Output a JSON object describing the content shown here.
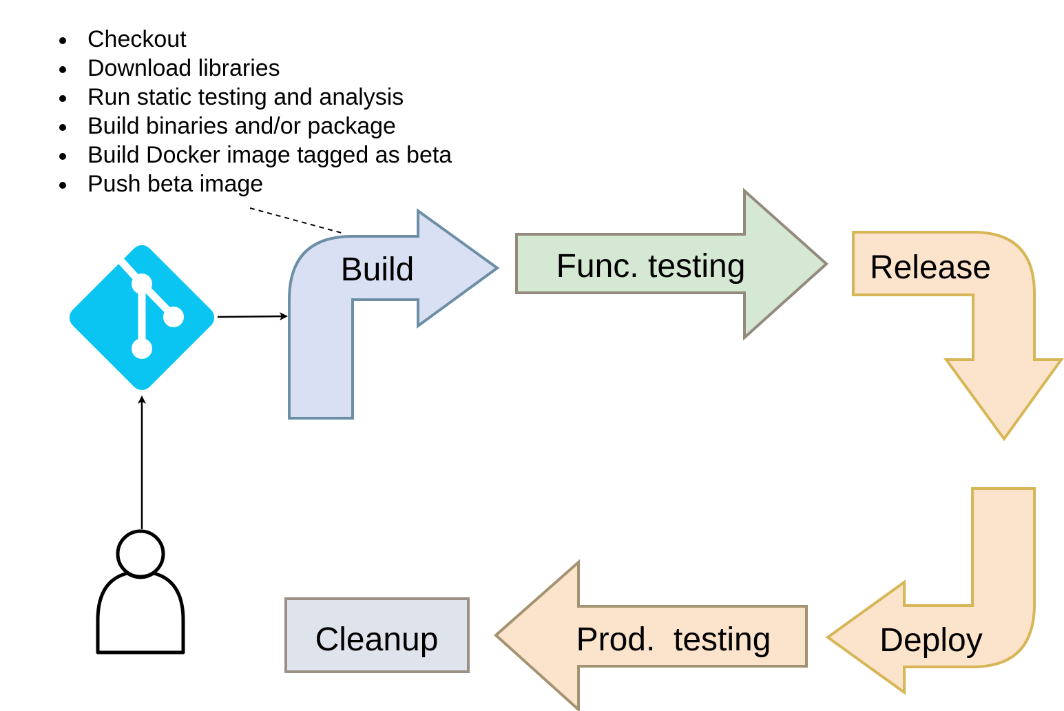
{
  "build_steps": [
    "Checkout",
    "Download libraries",
    "Run static testing and analysis",
    "Build binaries and/or package",
    "Build Docker image tagged as beta",
    "Push beta image"
  ],
  "stages": {
    "build": "Build",
    "func_testing": "Func. testing",
    "release": "Release",
    "deploy": "Deploy",
    "prod_testing": "Prod.  testing",
    "cleanup": "Cleanup"
  },
  "icons": {
    "repository": "git-logo-icon",
    "user": "user-icon"
  },
  "colors": {
    "build_fill": "#dae0f3",
    "build_stroke": "#6c8ea6",
    "func_fill": "#d5e8d4",
    "func_stroke": "#938a7d",
    "release_fill": "#fce3cb",
    "release_stroke": "#d6b656",
    "prod_fill": "#fce3cb",
    "prod_stroke": "#a49372",
    "cleanup_fill": "#dfe3ec",
    "cleanup_stroke": "#9b8f86",
    "git": "#0ac5f1"
  }
}
